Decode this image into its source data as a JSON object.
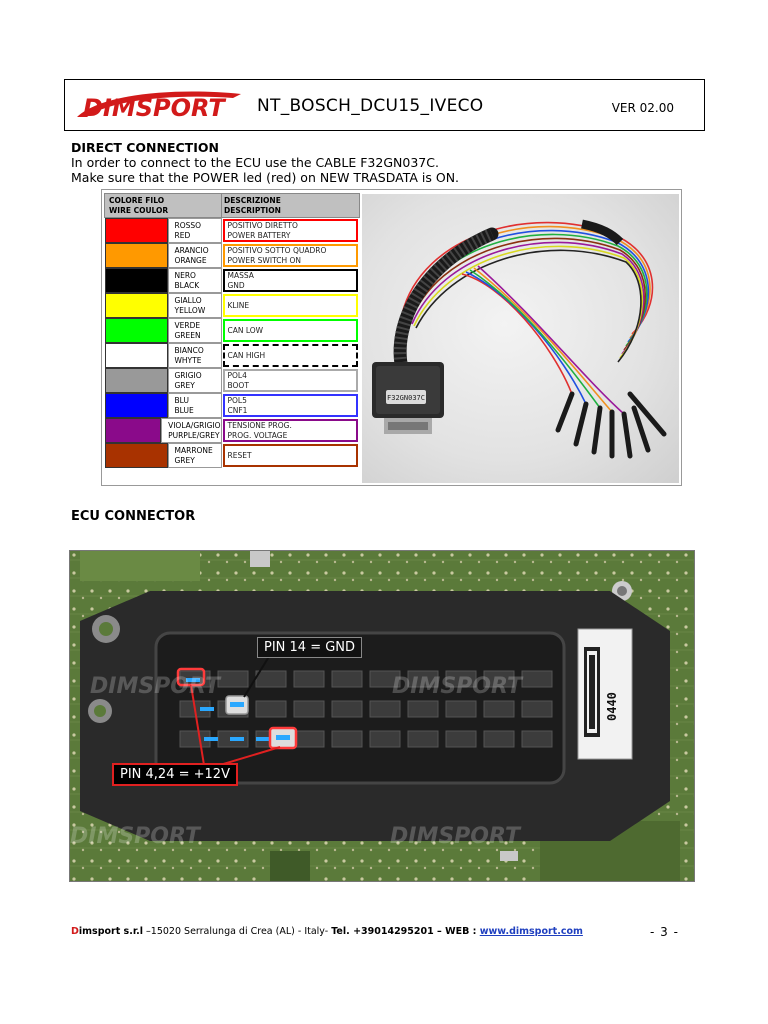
{
  "header": {
    "logo_text": "DIMSPORT",
    "title": "NT_BOSCH_DCU15_IVECO",
    "version": "VER 02.00"
  },
  "direct": {
    "title": "DIRECT CONNECTION",
    "line1": "In order to connect to the ECU use the CABLE F32GN037C.",
    "line2": "Make sure that the POWER led (red) on NEW TRASDATA is ON."
  },
  "wire_table": {
    "header_color_it": "COLORE FILO",
    "header_color_en": "WIRE COULOR",
    "header_desc_it": "DESCRIZIONE",
    "header_desc_en": "DESCRIPTION",
    "rows": [
      {
        "swatch": "#ff0000",
        "it": "ROSSO",
        "en": "RED",
        "d1": "POSITIVO DIRETTO",
        "d2": "POWER BATTERY",
        "border": "#ff0000"
      },
      {
        "swatch": "#ff9900",
        "it": "ARANCIO",
        "en": "ORANGE",
        "d1": "POSITIVO SOTTO QUADRO",
        "d2": "POWER SWITCH ON",
        "border": "#ff9900"
      },
      {
        "swatch": "#000000",
        "it": "NERO",
        "en": "BLACK",
        "d1": "MASSA",
        "d2": "GND",
        "border": "#000000"
      },
      {
        "swatch": "#ffff00",
        "it": "GIALLO",
        "en": "YELLOW",
        "d1": "KLINE",
        "d2": "",
        "border": "#ffff00"
      },
      {
        "swatch": "#00ff00",
        "it": "VERDE",
        "en": "GREEN",
        "d1": "CAN LOW",
        "d2": "",
        "border": "#00ff00"
      },
      {
        "swatch": "#ffffff",
        "it": "BIANCO",
        "en": "WHYTE",
        "d1": "CAN HIGH",
        "d2": "",
        "border": "#000000"
      },
      {
        "swatch": "#999999",
        "it": "GRIGIO",
        "en": "GREY",
        "d1": "POL4",
        "d2": "BOOT",
        "border": "#aaaaaa"
      },
      {
        "swatch": "#0000ff",
        "it": "BLU",
        "en": "BLUE",
        "d1": "POL5",
        "d2": "CNF1",
        "border": "#3333ff"
      },
      {
        "swatch": "#8a0a8a",
        "it": "VIOLA/GRIGIO",
        "en": "PURPLE/GREY",
        "d1": "TENSIONE PROG.",
        "d2": "PROG. VOLTAGE",
        "border": "#8a0a8a"
      },
      {
        "swatch": "#a83200",
        "it": "MARRONE",
        "en": "GREY",
        "d1": "RESET",
        "d2": "",
        "border": "#a83200"
      }
    ]
  },
  "cable_label": "F32GN037C",
  "ecu": {
    "title": "ECU CONNECTOR",
    "callout_gnd": "PIN 14 = GND",
    "callout_12v": "PIN 4,24 = +12V",
    "watermark": "DIMSPORT",
    "label_code": "0440"
  },
  "footer": {
    "d": "D",
    "company": "imsport s.r.l",
    "address": " –15020 Serralunga di Crea (AL) - Italy- ",
    "tel_label": "Tel. ",
    "tel": "+39014295201",
    "web_label": " – WEB : ",
    "web": "www.dimsport.com",
    "page": "- 3 -"
  },
  "colors": {
    "brand_red": "#d21a1a",
    "link_blue": "#1f3fbf",
    "pcb_green": "#5b7a3a",
    "callout_red": "#e02020"
  }
}
